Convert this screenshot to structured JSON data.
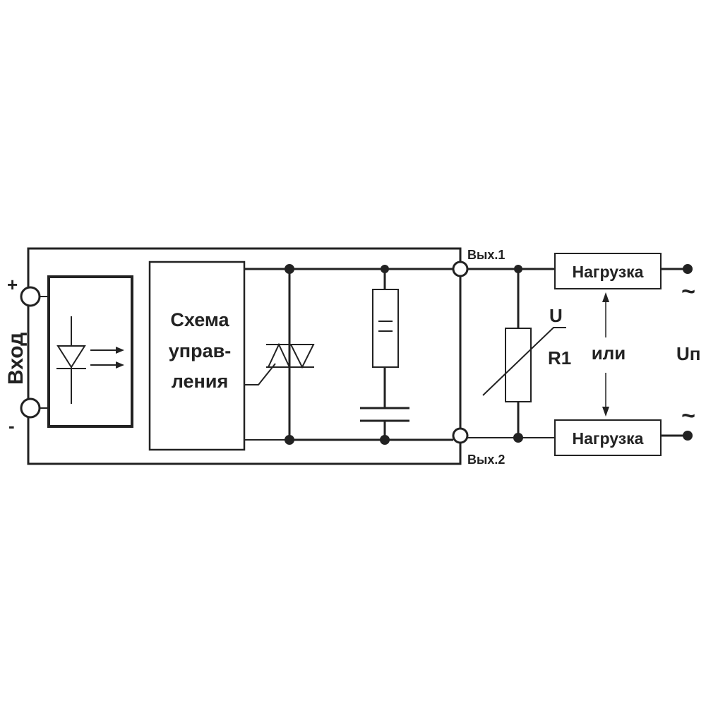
{
  "input": {
    "label": "Вход",
    "plus": "+",
    "minus": "-"
  },
  "control_block": {
    "line1": "Схема",
    "line2": "управ-",
    "line3": "ления"
  },
  "outputs": {
    "out1": "Вых.1",
    "out2": "Вых.2"
  },
  "varistor": {
    "u_label": "U",
    "r_label": "R1"
  },
  "loads": {
    "top": "Нагрузка",
    "bottom": "Нагрузка",
    "or": "или"
  },
  "supply": {
    "label": "Uп",
    "ac_top": "~",
    "ac_bottom": "~"
  }
}
